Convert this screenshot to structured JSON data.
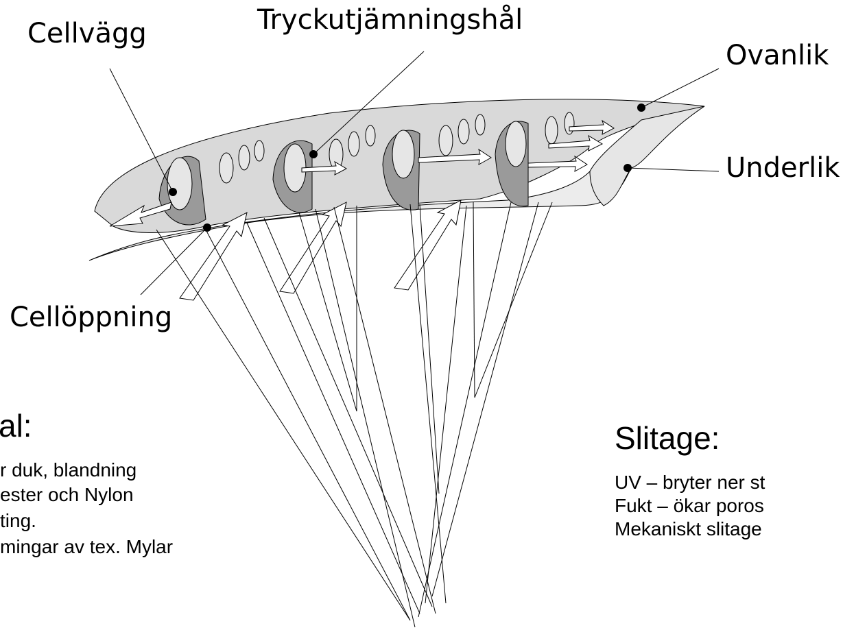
{
  "labels": {
    "cellvagg": "Cellvägg",
    "tryck": "Tryckutjämningshål",
    "ovanlik": "Ovanlik",
    "underlik": "Underlik",
    "cellopp": "Cellöppning"
  },
  "material": {
    "heading": "al:",
    "lines": [
      "r duk, blandning",
      "ester och Nylon",
      "ting.",
      "mingar av tex. Mylar"
    ]
  },
  "slitage": {
    "heading": "Slitage:",
    "lines": [
      "UV – bryter ner st",
      "Fukt – ökar poros",
      "Mekaniskt slitage"
    ]
  },
  "colors": {
    "upper_surface": "#d9d9d9",
    "cell_wall": "#9a9a9a",
    "cell_wall_dark": "#7a7a7a",
    "cell_interior": "#c4c4c4",
    "vent_hole": "#e6e6e6",
    "ink": "#000000"
  }
}
